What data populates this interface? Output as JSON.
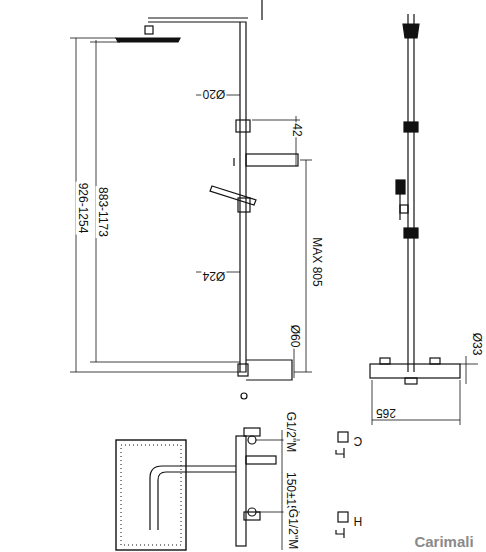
{
  "diagram": {
    "labels": [
      "Ø20",
      "42",
      "Ø24",
      "MAX 805",
      "Ø60",
      "926-1254",
      "883-1173",
      "Ø33",
      "265",
      "G1/2\"M",
      "150±15",
      "G1/2\"M",
      "C",
      "H",
      "Carimali"
    ]
  }
}
